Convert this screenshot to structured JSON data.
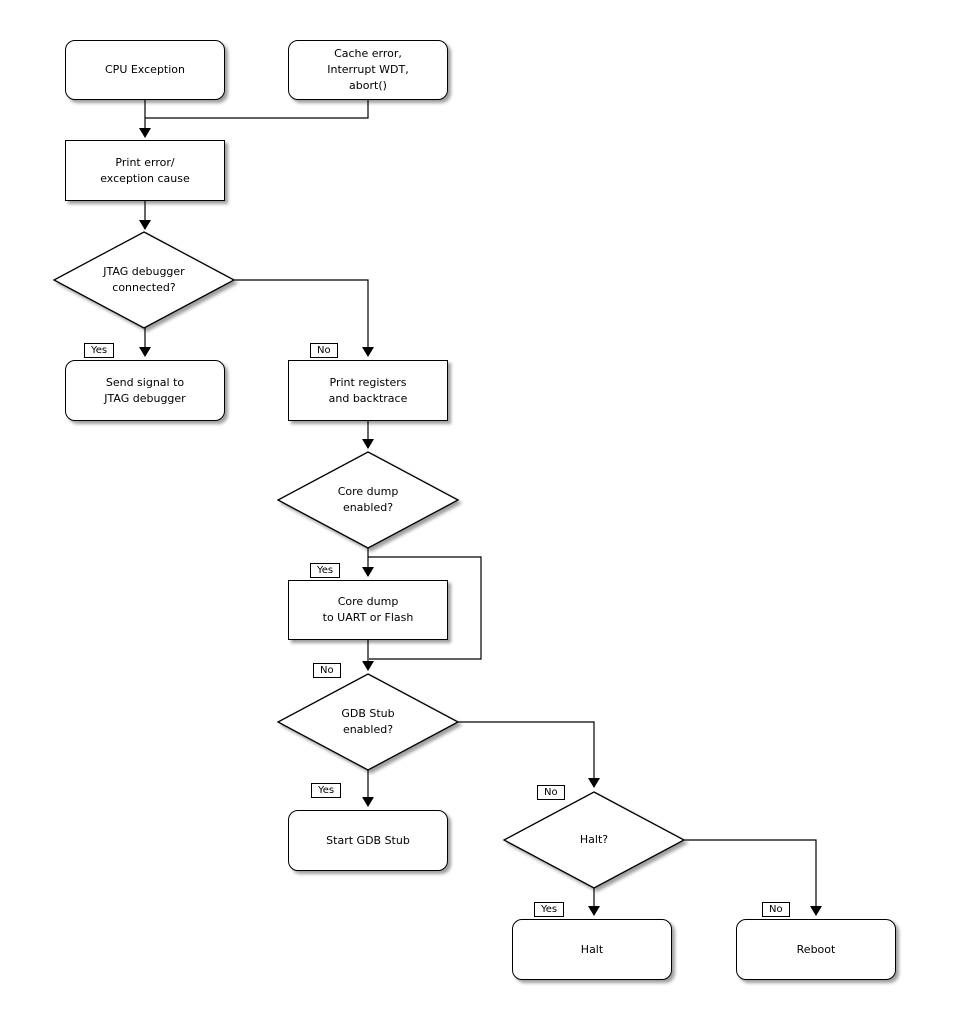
{
  "diagram": {
    "type": "flowchart",
    "background_color": "#ffffff",
    "line_color": "#000000",
    "shape_fill": "#ffffff",
    "nodes": {
      "cpu_exception": {
        "label": "CPU Exception",
        "shape": "rounded"
      },
      "cache_error": {
        "label": "Cache error,\nInterrupt WDT,\nabort()",
        "shape": "rounded"
      },
      "print_error": {
        "label": "Print error/\nexception cause",
        "shape": "rect"
      },
      "jtag_connected": {
        "label": "JTAG debugger\nconnected?",
        "shape": "diamond"
      },
      "send_signal": {
        "label": "Send signal to\nJTAG debugger",
        "shape": "rounded"
      },
      "print_registers": {
        "label": "Print registers\nand backtrace",
        "shape": "rect"
      },
      "core_dump_enabled": {
        "label": "Core dump\nenabled?",
        "shape": "diamond"
      },
      "core_dump": {
        "label": "Core dump\nto UART or Flash",
        "shape": "rect"
      },
      "gdb_stub_enabled": {
        "label": "GDB Stub\nenabled?",
        "shape": "diamond"
      },
      "start_gdb_stub": {
        "label": "Start GDB Stub",
        "shape": "rounded"
      },
      "halt_question": {
        "label": "Halt?",
        "shape": "diamond"
      },
      "halt": {
        "label": "Halt",
        "shape": "rounded"
      },
      "reboot": {
        "label": "Reboot",
        "shape": "rounded"
      }
    },
    "edge_labels": {
      "jtag_yes": "Yes",
      "jtag_no": "No",
      "coredump_yes": "Yes",
      "coredump_no": "No",
      "gdb_yes": "Yes",
      "gdb_no": "No",
      "halt_yes": "Yes",
      "halt_no": "No"
    }
  }
}
